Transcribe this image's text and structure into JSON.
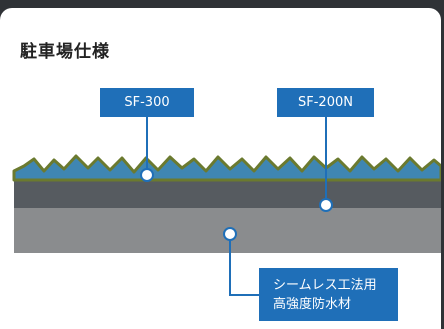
{
  "title": "駐車場仕様",
  "labels": {
    "sf300": "SF-300",
    "sf200n": "SF-200N",
    "seamless_line1": "シームレス工法用",
    "seamless_line2": "高強度防水材"
  },
  "colors": {
    "frame": "#2f3236",
    "label_blue": "#1f6fb8",
    "stone_green": "#6b7a2f",
    "stone_blue": "#3f86b2",
    "dark_layer": "#565b60",
    "base_layer": "#8a8c8e"
  }
}
